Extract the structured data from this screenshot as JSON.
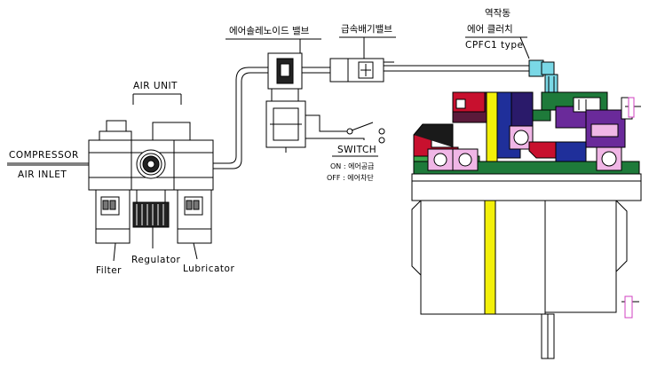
{
  "labels": {
    "compressor": "COMPRESSOR",
    "air_inlet": "AIR INLET",
    "air_unit": "AIR UNIT",
    "filter": "Filter",
    "regulator": "Regulator",
    "lubricator": "Lubricator",
    "solenoid_valve": "에어솔레노이드 밸브",
    "exhaust_valve": "급속배기밸브",
    "clutch_line1": "역작동",
    "clutch_line2": "에어 클러치",
    "clutch_model": "CPFC1 type",
    "switch": "SWITCH",
    "switch_on": "ON : 에어공급",
    "switch_off": "OFF : 에어차단"
  },
  "colors": {
    "line": "#000000",
    "hub_red": "#c8102e",
    "hub_green": "#1e7a3a",
    "hub_blue": "#1f2f9a",
    "hub_navy": "#2a1a6a",
    "yellow_key": "#f3f00a",
    "bearing_pink": "#f0b6e6",
    "fitting_cyan": "#7ad8e6",
    "purple": "#6a2a9a"
  }
}
